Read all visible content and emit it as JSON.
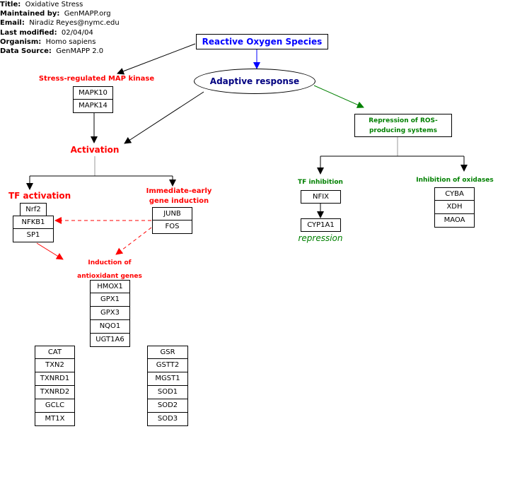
{
  "header": {
    "rows": [
      {
        "key": "Title:",
        "value": "Oxidative Stress"
      },
      {
        "key": "Maintained by:",
        "value": "GenMAPP.org"
      },
      {
        "key": "Email:",
        "value": "Niradiz Reyes@nymc.edu"
      },
      {
        "key": "Last modified:",
        "value": "02/04/04"
      },
      {
        "key": "Organism:",
        "value": "Homo sapiens"
      },
      {
        "key": "Data Source:",
        "value": "GenMAPP 2.0"
      }
    ]
  },
  "labels": {
    "ros": "Reactive Oxygen Species",
    "adaptive": "Adaptive response",
    "stress_kinase": "Stress-regulated MAP kinase",
    "activation": "Activation",
    "repression_line1": "Repression of ROS-",
    "repression_line2": "producing systems",
    "tf_activation": "TF activation",
    "ieg_line1": "Immediate-early",
    "ieg_line2": "gene induction",
    "tf_inhibition": "TF inhibition",
    "inhibition_oxidases": "Inhibition of oxidases",
    "repression_note": "repression",
    "antioxidant_line1": "Induction of",
    "antioxidant_line2": "antioxidant genes"
  },
  "genes": {
    "mapk": [
      "MAPK10",
      "MAPK14"
    ],
    "tf": [
      "Nrf2",
      "NFKB1",
      "SP1"
    ],
    "ieg": [
      "JUNB",
      "FOS"
    ],
    "nfix": [
      "NFIX"
    ],
    "cyp": [
      "CYP1A1"
    ],
    "oxidases": [
      "CYBA",
      "XDH",
      "MAOA"
    ],
    "antioxidant": [
      "HMOX1",
      "GPX1",
      "GPX3",
      "NQO1",
      "UGT1A6"
    ],
    "col_left": [
      "CAT",
      "TXN2",
      "TXNRD1",
      "TXNRD2",
      "GCLC",
      "MT1X"
    ],
    "col_right": [
      "GSR",
      "GSTT2",
      "MGST1",
      "SOD1",
      "SOD2",
      "SOD3"
    ]
  },
  "colors": {
    "red": "#ff0000",
    "green": "#008000",
    "blue": "#0000ff",
    "navy": "#000080",
    "gray": "#999999",
    "black": "#000000"
  }
}
